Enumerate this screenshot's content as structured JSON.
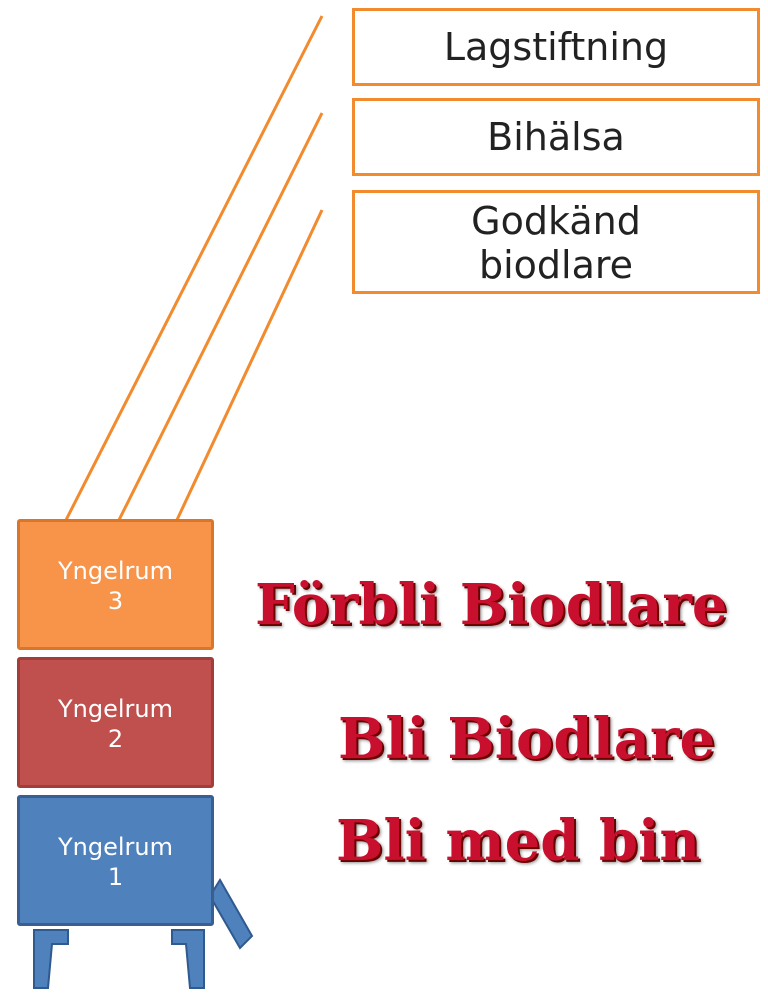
{
  "boxes": [
    {
      "label": "Lagstiftning"
    },
    {
      "label": "Bihälsa"
    },
    {
      "label_line1": "Godkänd",
      "label_line2": "biodlare"
    }
  ],
  "hive": [
    {
      "line1": "Yngelrum",
      "line2": "3",
      "color": "#f7944a"
    },
    {
      "line1": "Yngelrum",
      "line2": "2",
      "color": "#c0504d"
    },
    {
      "line1": "Yngelrum",
      "line2": "1",
      "color": "#4f81bd"
    }
  ],
  "texts": {
    "t1": "Förbli Biodlare",
    "t2": "Bli Biodlare",
    "t3": "Bli med bin"
  },
  "colors": {
    "connector": "#f28a2e",
    "stand": "#4f81bd",
    "text": "#c8102e"
  }
}
